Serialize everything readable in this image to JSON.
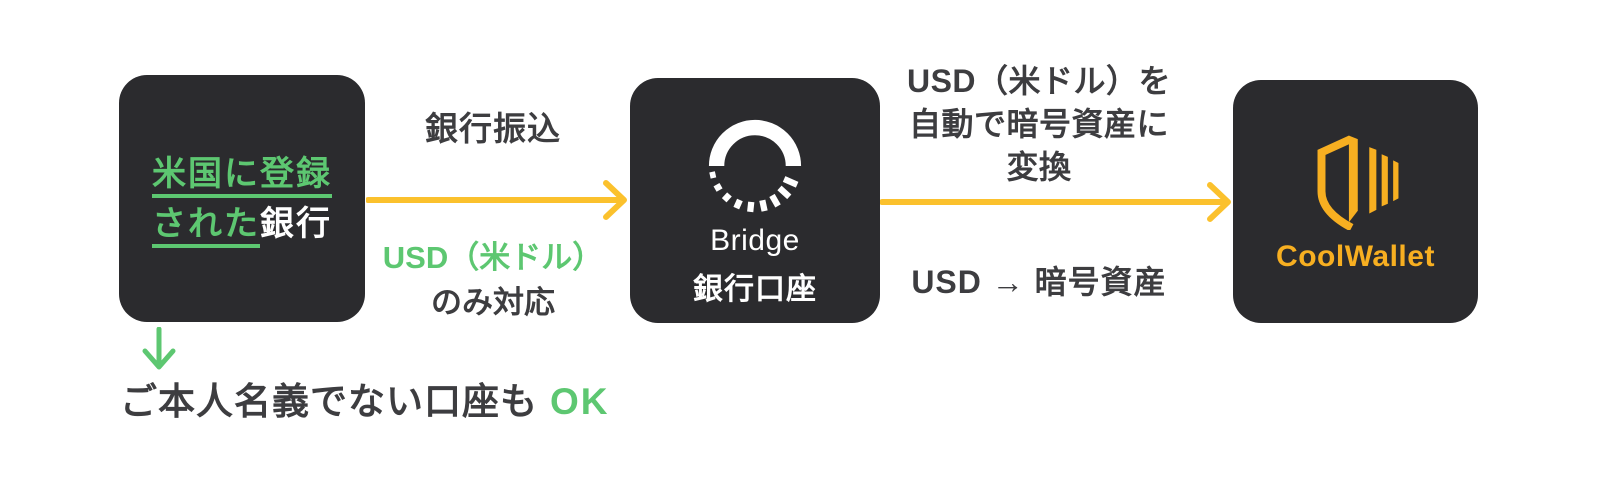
{
  "diagram": {
    "background": "#ffffff",
    "colors": {
      "node_bg": "#2b2b2e",
      "green": "#5dc771",
      "arrow_yellow": "#fbc12d",
      "brand_gold": "#f7af21",
      "text_dark": "#3d3d40",
      "text_white": "#ffffff"
    },
    "nodes": {
      "us_bank": {
        "line1": "米国に登録",
        "line2_highlight": "された",
        "line2_rest": "銀行"
      },
      "bridge": {
        "icon": "spinner-icon",
        "name": "Bridge",
        "subtitle": "銀行口座"
      },
      "coolwallet": {
        "icon": "shield-icon",
        "brand": "CoolWallet"
      }
    },
    "flows": {
      "bank_to_bridge": {
        "top_label": "銀行振込",
        "bottom_highlight": "USD（米ドル）",
        "bottom_rest": "のみ対応"
      },
      "bridge_to_coolwallet": {
        "top_lines": [
          "USD（米ドル）を",
          "自動で暗号資産に",
          "変換"
        ],
        "bottom_label": "USD → 暗号資産"
      }
    },
    "note": {
      "text": "ご本人名義でない口座も",
      "highlight": "OK"
    }
  }
}
